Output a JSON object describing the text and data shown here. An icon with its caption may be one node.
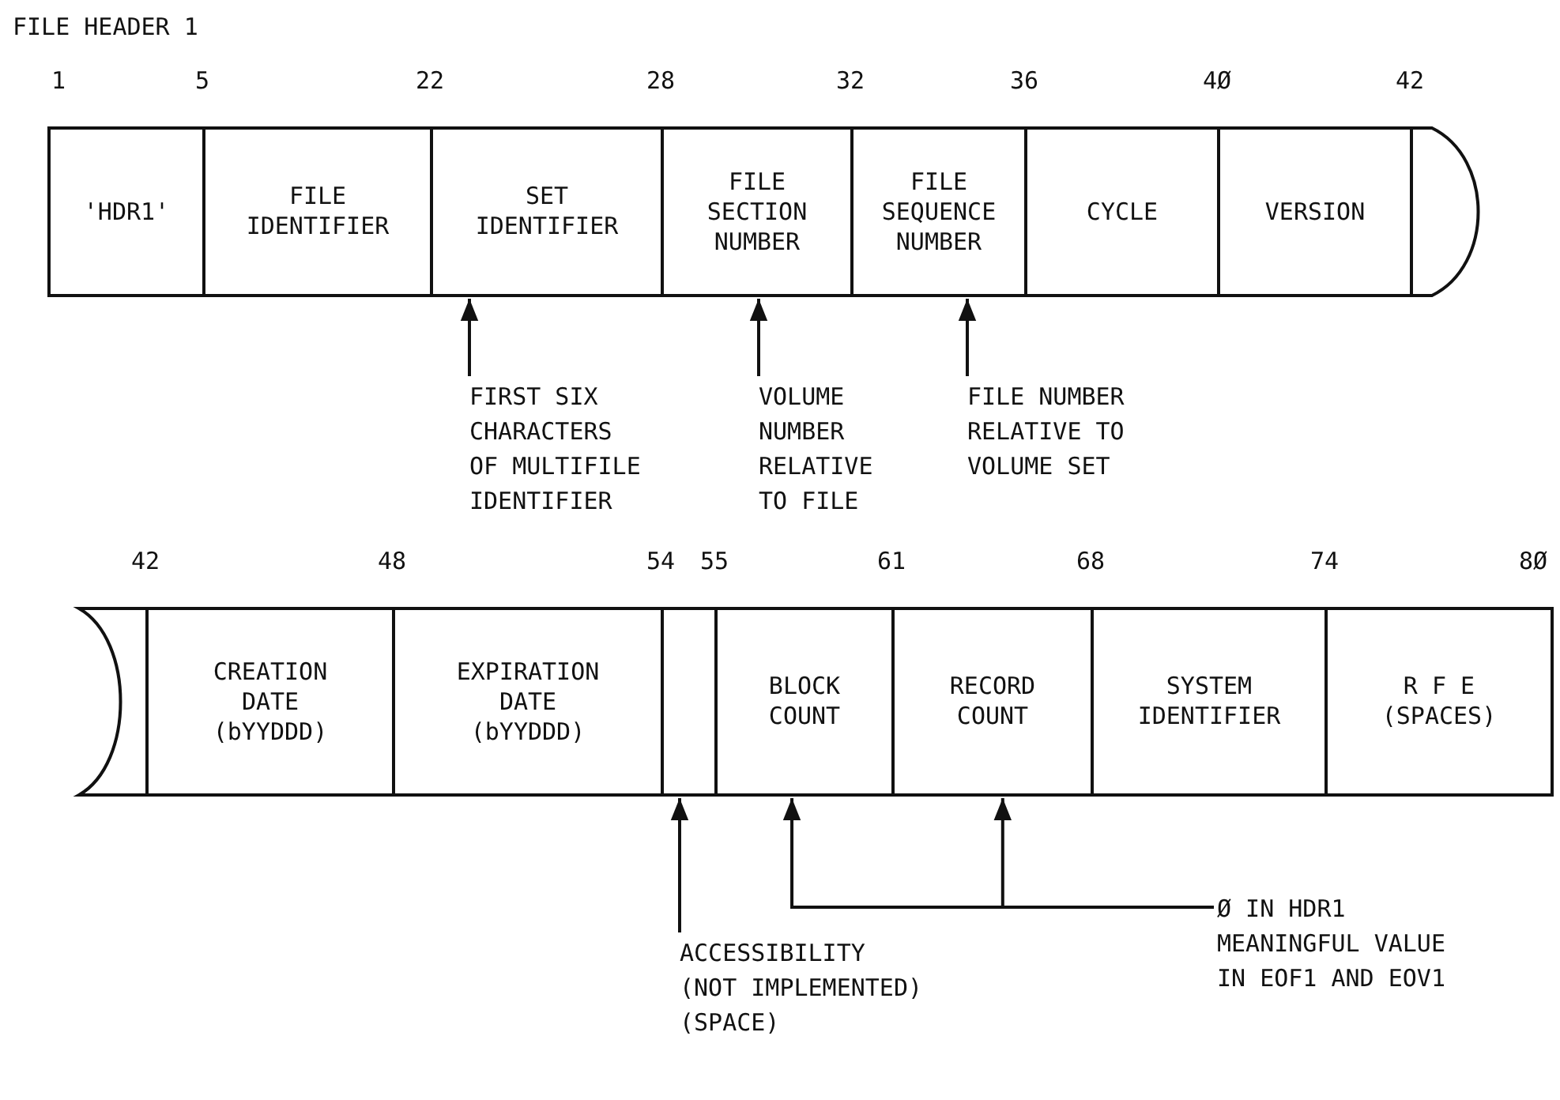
{
  "diagram": {
    "title": "FILE HEADER 1",
    "nodes": [
      {
        "text": [
          "'HDR1'"
        ]
      },
      {
        "text": [
          "FILE IDENTIFIER"
        ]
      },
      {
        "text": [
          "SET IDENTIFIER"
        ]
      },
      {
        "text": [
          "FILE SECTION NUMBER"
        ]
      },
      {
        "text": [
          "FILE SEQUENCE NUMBER"
        ]
      },
      {
        "text": [
          "CYCLE"
        ]
      },
      {
        "text": [
          "VERSION"
        ]
      },
      {
        "text": [
          "CREATION DATE (bYYDDD)"
        ]
      },
      {
        "text": [
          "EXPIRATION DATE (bYYDDD)"
        ]
      },
      {
        "text": [],
        "shape": "box"
      },
      {
        "text": [
          "BLOCK COUNT"
        ]
      },
      {
        "text": [
          "RECORD COUNT"
        ]
      },
      {
        "text": [
          "SYSTEM IDENTIFIER"
        ]
      },
      {
        "text": [
          "R F E (SPACES)"
        ]
      },
      {
        "text": [
          "FIRST SIX CHARACTERS OF MULTIFILE IDENTIFIER"
        ]
      },
      {
        "text": [
          "VOLUME NUMBER RELATIVE TO FILE"
        ]
      },
      {
        "text": [
          "FILE NUMBER RELATIVE TO VOLUME SET"
        ]
      },
      {
        "text": [
          "ACCESSIBILITY (NOT IMPLEMENTED) (SPACE)"
        ]
      },
      {
        "text": [
          "Ø IN HDR1 MEANINGFUL VALUE IN EOF1 AND EOV1"
        ]
      }
    ],
    "edges": [
      {
        "from": 14,
        "to": 2,
        "arrow": "to"
      },
      {
        "from": 15,
        "to": 3,
        "arrow": "to"
      },
      {
        "from": 16,
        "to": 4,
        "arrow": "to"
      },
      {
        "from": 17,
        "to": 9,
        "arrow": "to"
      },
      {
        "from": 18,
        "to": 10,
        "arrow": "to"
      },
      {
        "from": 18,
        "to": 11,
        "arrow": "to"
      }
    ],
    "labels": [
      "1",
      "5",
      "22",
      "28",
      "32",
      "36",
      "4Ø",
      "42",
      "42",
      "48",
      "54",
      "55",
      "61",
      "68",
      "74",
      "8Ø"
    ]
  }
}
